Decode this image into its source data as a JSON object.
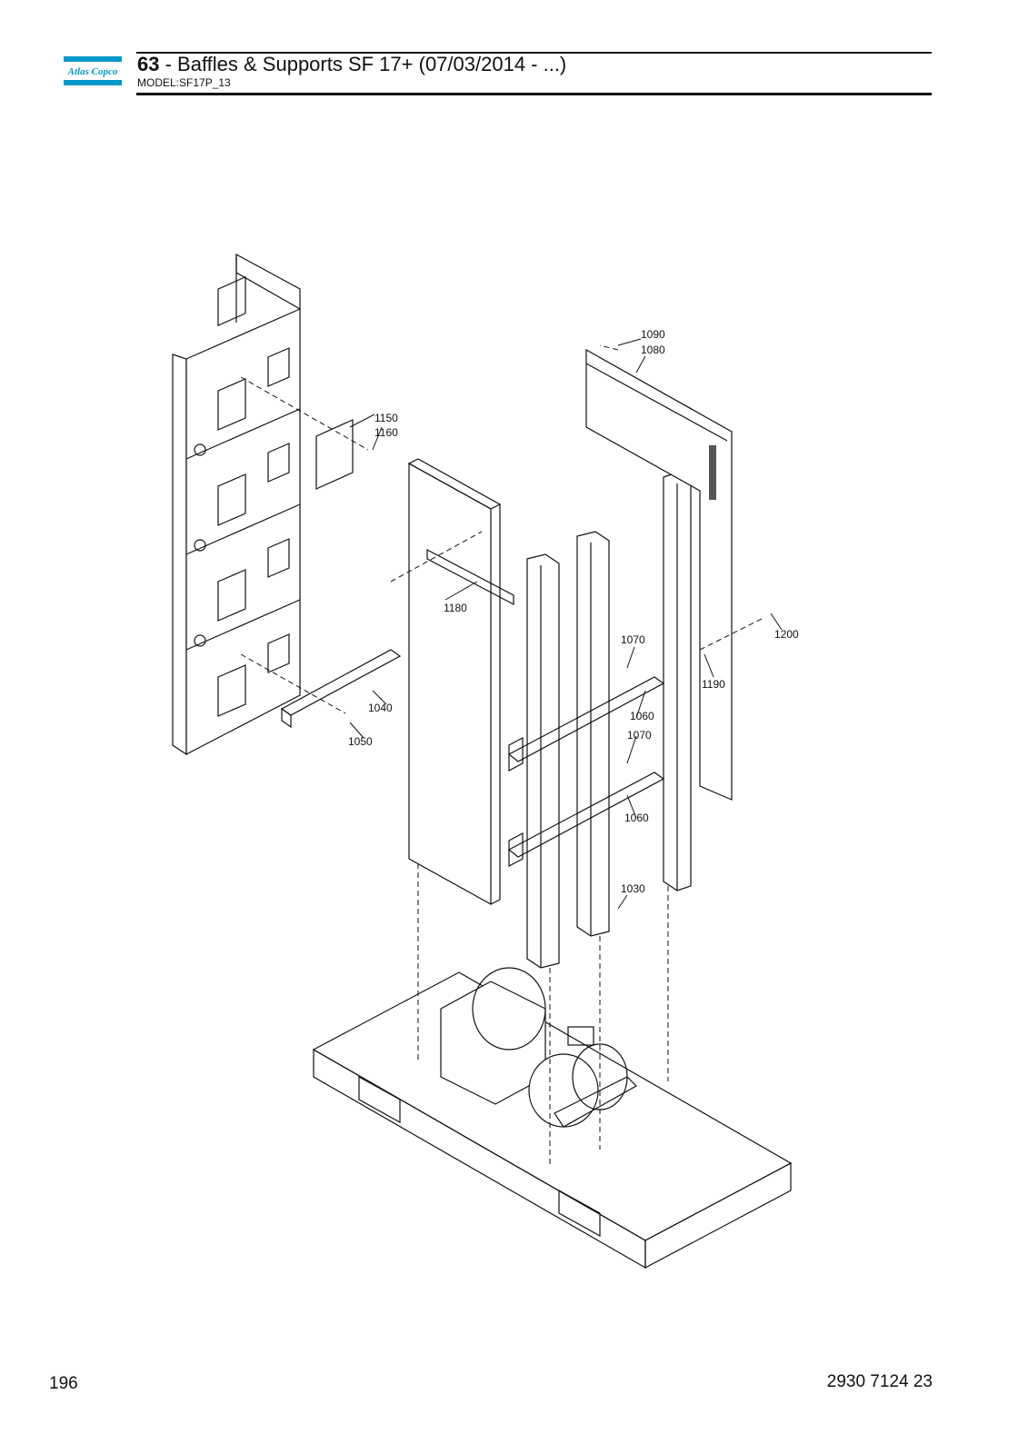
{
  "header": {
    "brand": "Atlas Copco",
    "section_number": "63",
    "title_rest": " - Baffles & Supports SF 17+ (07/03/2014 - ...)",
    "model": "MODEL:SF17P_13"
  },
  "colors": {
    "brand_blue": "#0099cc",
    "line": "#111111"
  },
  "callouts": {
    "c1090": "1090",
    "c1080": "1080",
    "c1150": "1150",
    "c1160": "1160",
    "c1180": "1180",
    "c1070a": "1070",
    "c1200": "1200",
    "c1190": "1190",
    "c1060a": "1060",
    "c1040": "1040",
    "c1070b": "1070",
    "c1050": "1050",
    "c1060b": "1060",
    "c1030": "1030"
  },
  "footer": {
    "page_number": "196",
    "document_number": "2930 7124 23"
  }
}
